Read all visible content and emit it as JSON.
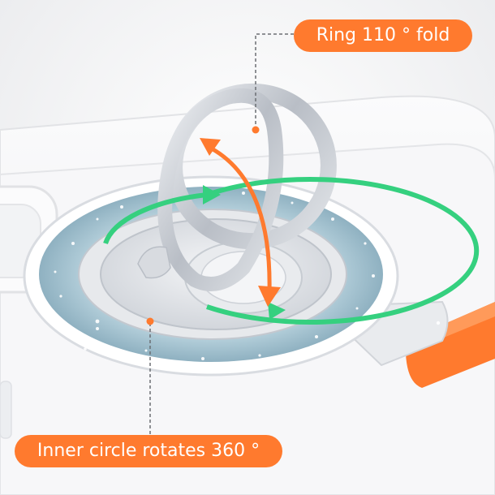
{
  "callouts": {
    "fold": "Ring 110 ° fold",
    "rotate": "Inner circle rotates 360 °"
  },
  "colors": {
    "accent_orange": "#ff7a2e",
    "rotation_arrow_green": "#35d07f",
    "glitter_ring": "#a9c6d3",
    "metal_ring": "#c9cdd3",
    "background": "#f3f3f4"
  },
  "icons": {
    "fold_arrow": "double-headed-curved-arrow",
    "rotate_arrow": "circular-rotation-arrow"
  }
}
